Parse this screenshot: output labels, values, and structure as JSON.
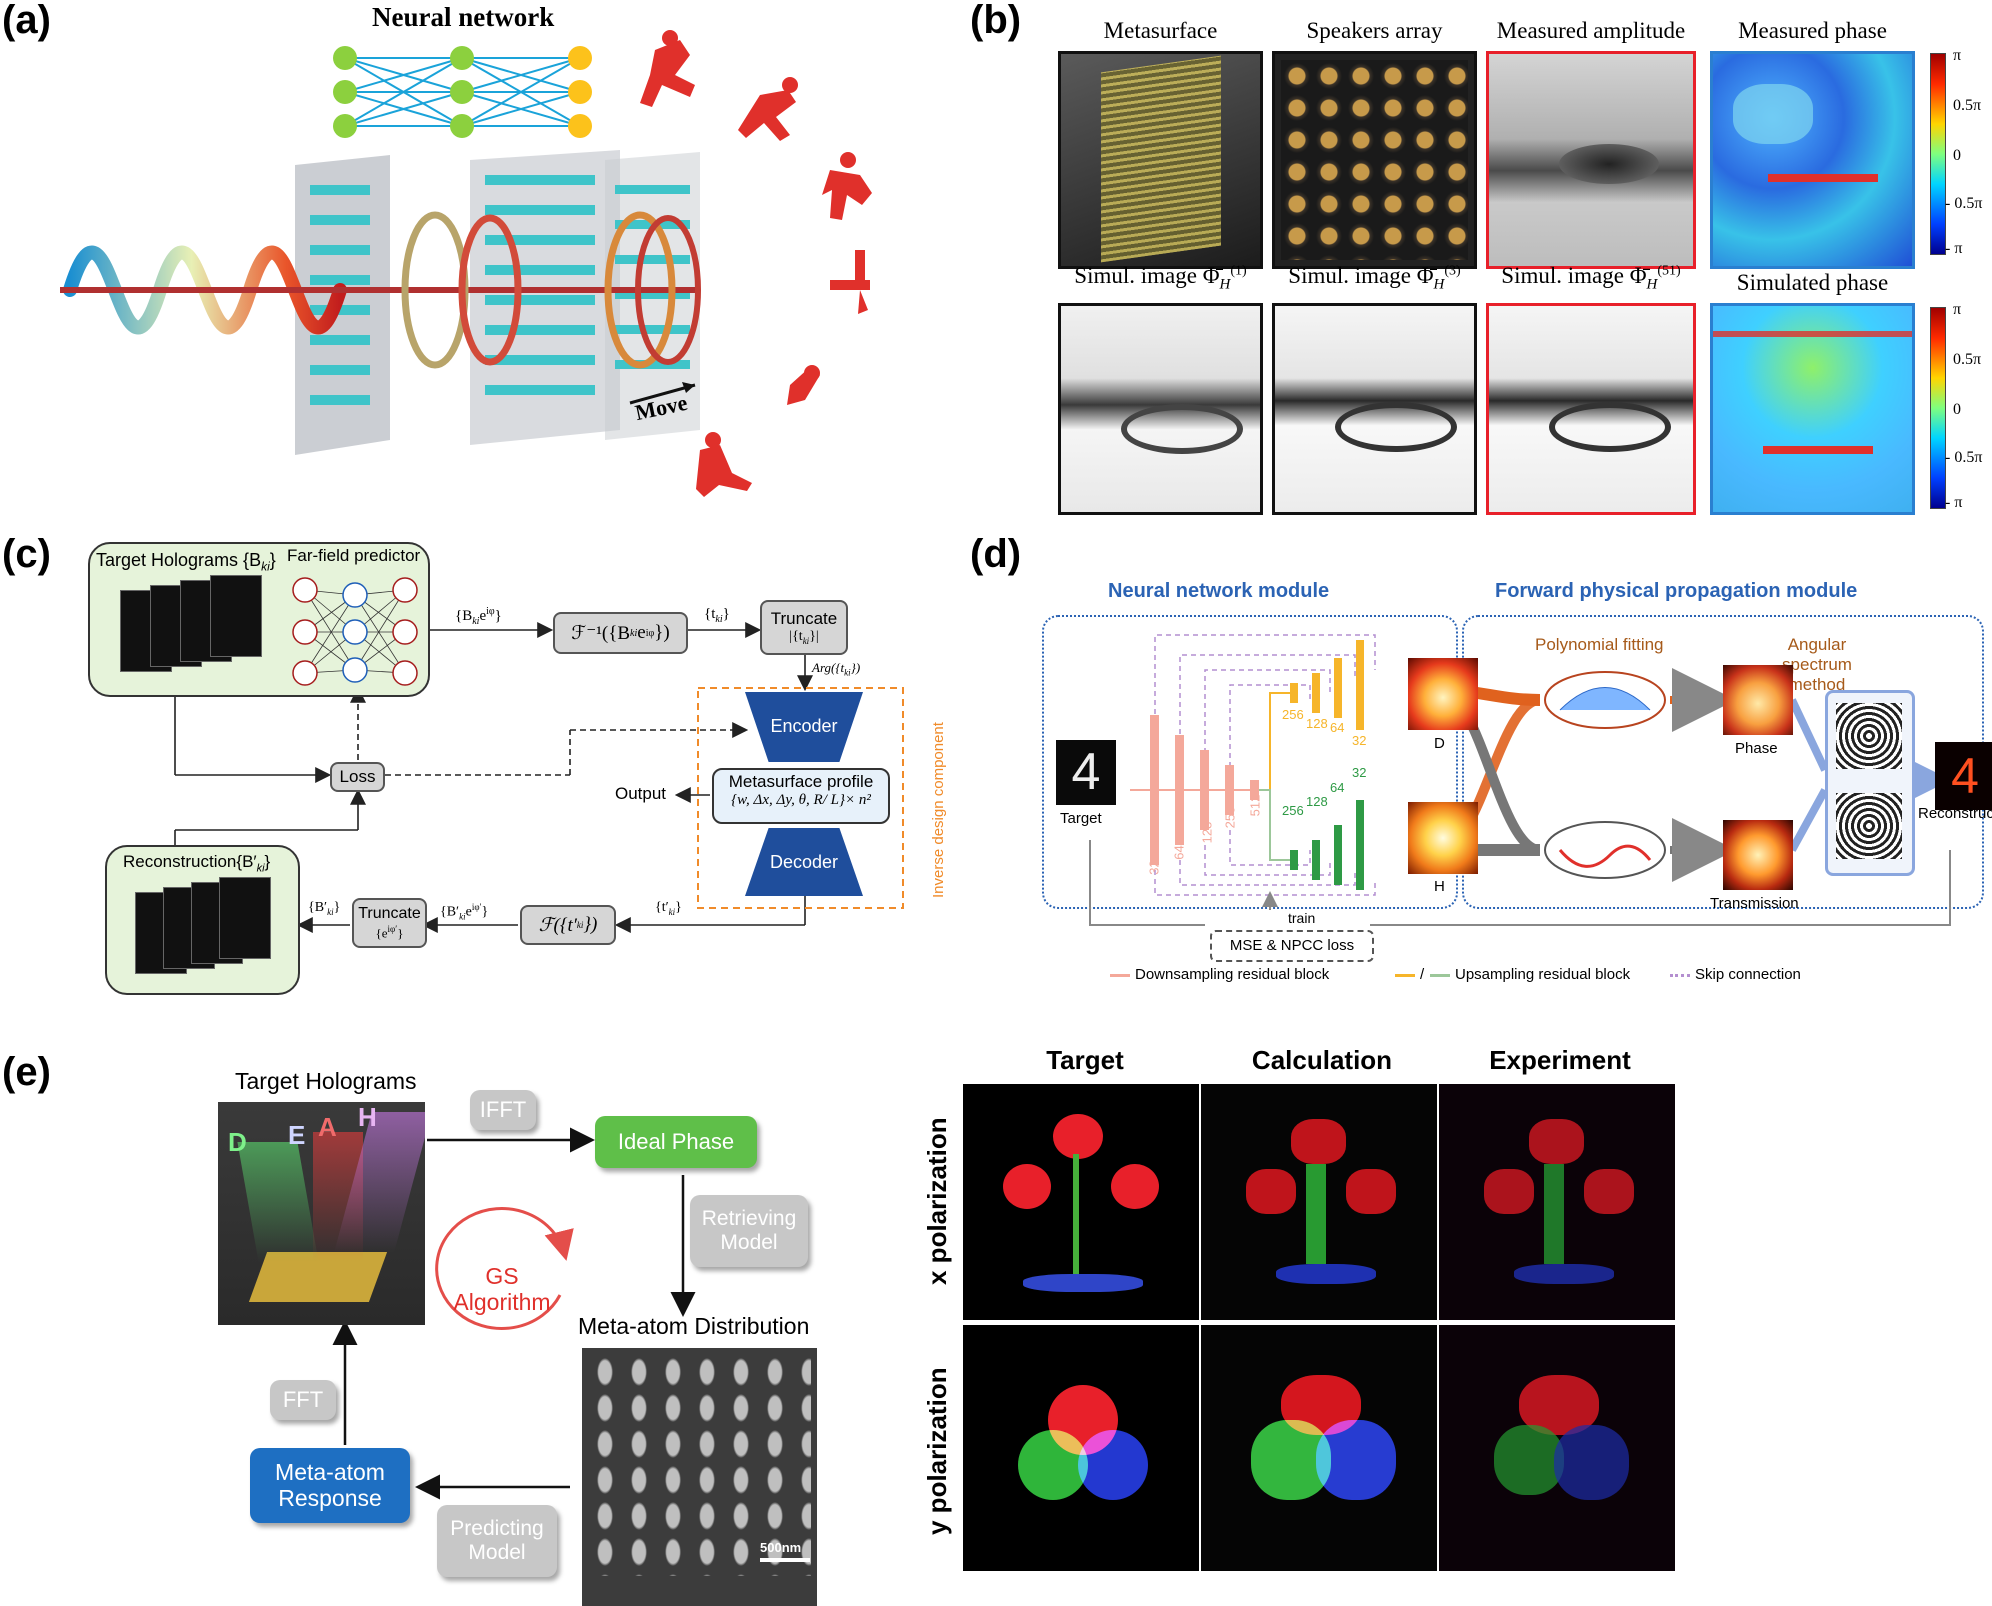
{
  "panel_labels": {
    "a": "(a)",
    "b": "(b)",
    "c": "(c)",
    "d": "(d)",
    "e": "(e)"
  },
  "a": {
    "neural_network": "Neural network",
    "move": "Move"
  },
  "b": {
    "top_titles": [
      "Metasurface",
      "Speakers array",
      "Measured amplitude",
      "Measured phase"
    ],
    "bottom_titles": [
      "Simul. image Φ̄",
      "Simul. image Φ̄",
      "Simul. image Φ̄",
      "Simulated phase"
    ],
    "sub_H": "H",
    "sups": [
      "(1)",
      "(3)",
      "(51)"
    ],
    "colorbar_ticks": [
      "π",
      "0.5π",
      "0",
      "- 0.5π",
      "- π"
    ]
  },
  "c": {
    "target_holograms": "Target Holograms {B",
    "target_sub": "ki",
    "target_close": "}",
    "far_field_predictor": "Far-field predictor",
    "b_e_phi": "{B",
    "inverse_fourier": "ℱ⁻¹({B",
    "t_ki": "{t",
    "truncate": "Truncate",
    "abs_t": "|{t",
    "arg_t": "Arg({t",
    "encoder": "Encoder",
    "decoder": "Decoder",
    "loss": "Loss",
    "output": "Output",
    "metasurface_profile": "Metasurface profile",
    "profile_params": "{w, Δx, Δy, θ, R/ L}× n²",
    "inverse_design": "Inverse design component",
    "reconstruction": "Reconstruction{B′",
    "fourier": "ℱ({t′",
    "t_prime": "{t′",
    "b_prime_e": "{B′",
    "truncate2": "Truncate",
    "e_phi_prime": "{e",
    "b_prime": "{B′"
  },
  "d": {
    "nn_module": "Neural network module",
    "fpp_module": "Forward physical propagation module",
    "target": "Target",
    "d_label": "D",
    "h_label": "H",
    "polynomial_fitting": "Polynomial fitting",
    "angular_spectrum": "Angular spectrum method",
    "phase": "Phase",
    "transmission": "Transmission",
    "reconstruction": "Reconstruction",
    "train": "train",
    "loss": "MSE & NPCC loss",
    "legend": [
      "Downsampling residual block",
      "Upsampling residual block",
      "Skip connection"
    ],
    "legend_slash": "/",
    "down_numbers": [
      "32",
      "64",
      "128",
      "256",
      "512"
    ],
    "up_numbers_yellow": [
      "256",
      "128",
      "64",
      "32"
    ],
    "up_numbers_green": [
      "256",
      "128",
      "64",
      "32"
    ]
  },
  "e": {
    "target_holograms": "Target Holograms",
    "ifft": "IFFT",
    "ideal_phase": "Ideal Phase",
    "retrieving_model": "Retrieving Model",
    "gs_algorithm": "GS Algorithm",
    "meta_atom_distribution": "Meta-atom Distribution",
    "fft": "FFT",
    "meta_atom_response": "Meta-atom Response",
    "predicting_model": "Predicting Model",
    "scale_bar": "500nm",
    "col_headers": [
      "Target",
      "Calculation",
      "Experiment"
    ],
    "row_labels": [
      "x polarization",
      "y polarization"
    ],
    "letters": [
      "D",
      "E",
      "A",
      "H"
    ]
  },
  "colors": {
    "navy": "#1f4e9c",
    "green_box": "#5fbf49",
    "blue_box": "#1e6fc2",
    "accent_red": "#e0302b",
    "orange": "#f08b2a"
  }
}
